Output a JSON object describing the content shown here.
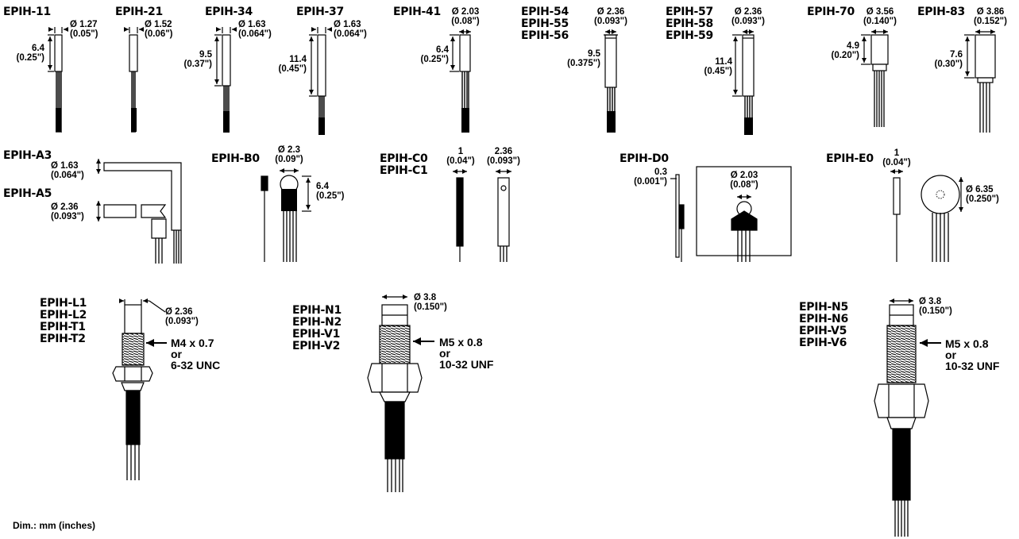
{
  "models": [
    {
      "id": "epih-11",
      "labels": [
        "EPIH-11"
      ],
      "diameter": [
        "Ø 1.27",
        "(0.05\")"
      ],
      "length": [
        "6.4",
        "(0.25\")"
      ]
    },
    {
      "id": "epih-21",
      "labels": [
        "EPIH-21"
      ],
      "diameter": [
        "Ø 1.52",
        "(0.06\")"
      ]
    },
    {
      "id": "epih-34",
      "labels": [
        "EPIH-34"
      ],
      "diameter": [
        "Ø 1.63",
        "(0.064\")"
      ],
      "length": [
        "9.5",
        "(0.37\")"
      ]
    },
    {
      "id": "epih-37",
      "labels": [
        "EPIH-37"
      ],
      "diameter": [
        "Ø 1.63",
        "(0.064\")"
      ],
      "length": [
        "11.4",
        "(0.45\")"
      ]
    },
    {
      "id": "epih-41",
      "labels": [
        "EPIH-41"
      ],
      "diameter": [
        "Ø 2.03",
        "(0.08\")"
      ],
      "length": [
        "6.4",
        "(0.25\")"
      ]
    },
    {
      "id": "epih-54",
      "labels": [
        "EPIH-54",
        "EPIH-55",
        "EPIH-56"
      ],
      "diameter": [
        "Ø 2.36",
        "(0.093\")"
      ],
      "length": [
        "9.5",
        "(0.375\")"
      ]
    },
    {
      "id": "epih-57",
      "labels": [
        "EPIH-57",
        "EPIH-58",
        "EPIH-59"
      ],
      "diameter": [
        "Ø 2.36",
        "(0.093\")"
      ],
      "length": [
        "11.4",
        "(0.45\")"
      ]
    },
    {
      "id": "epih-70",
      "labels": [
        "EPIH-70"
      ],
      "diameter": [
        "Ø 3.56",
        "(0.140\")"
      ],
      "length": [
        "4.9",
        "(0.20\")"
      ]
    },
    {
      "id": "epih-83",
      "labels": [
        "EPIH-83"
      ],
      "diameter": [
        "Ø 3.86",
        "(0.152\")"
      ],
      "length": [
        "7.6",
        "(0.30\")"
      ]
    },
    {
      "id": "epih-a",
      "labels": [
        "EPIH-A3",
        "EPIH-A5"
      ],
      "diameter_a3": [
        "Ø 1.63",
        "(0.064\")"
      ],
      "diameter_a5": [
        "Ø 2.36",
        "(0.093\")"
      ]
    },
    {
      "id": "epih-b0",
      "labels": [
        "EPIH-B0"
      ],
      "diameter": [
        "Ø 2.3",
        "(0.09\")"
      ],
      "length": [
        "6.4",
        "(0.25\")"
      ]
    },
    {
      "id": "epih-c",
      "labels": [
        "EPIH-C0",
        "EPIH-C1"
      ],
      "thickness": [
        "1",
        "(0.04\")"
      ],
      "width": [
        "2.36",
        "(0.093\")"
      ]
    },
    {
      "id": "epih-d0",
      "labels": [
        "EPIH-D0"
      ],
      "thickness": [
        "0.3",
        "(0.001\")"
      ],
      "diameter": [
        "Ø 2.03",
        "(0.08\")"
      ]
    },
    {
      "id": "epih-e0",
      "labels": [
        "EPIH-E0"
      ],
      "thickness": [
        "1",
        "(0.04\")"
      ],
      "diameter": [
        "Ø 6.35",
        "(0.250\")"
      ]
    },
    {
      "id": "epih-l",
      "labels": [
        "EPIH-L1",
        "EPIH-L2",
        "EPIH-T1",
        "EPIH-T2"
      ],
      "diameter": [
        "Ø 2.36",
        "(0.093\")"
      ],
      "thread": [
        "M4 x 0.7",
        "or",
        "6-32 UNC"
      ]
    },
    {
      "id": "epih-n1",
      "labels": [
        "EPIH-N1",
        "EPIH-N2",
        "EPIH-V1",
        "EPIH-V2"
      ],
      "diameter": [
        "Ø 3.8",
        "(0.150\")"
      ],
      "thread": [
        "M5 x 0.8",
        "or",
        "10-32 UNF"
      ]
    },
    {
      "id": "epih-n5",
      "labels": [
        "EPIH-N5",
        "EPIH-N6",
        "EPIH-V5",
        "EPIH-V6"
      ],
      "diameter": [
        "Ø 3.8",
        "(0.150\")"
      ],
      "thread": [
        "M5 x 0.8",
        "or",
        "10-32 UNF"
      ]
    }
  ],
  "footnote": "Dim.: mm (inches)"
}
